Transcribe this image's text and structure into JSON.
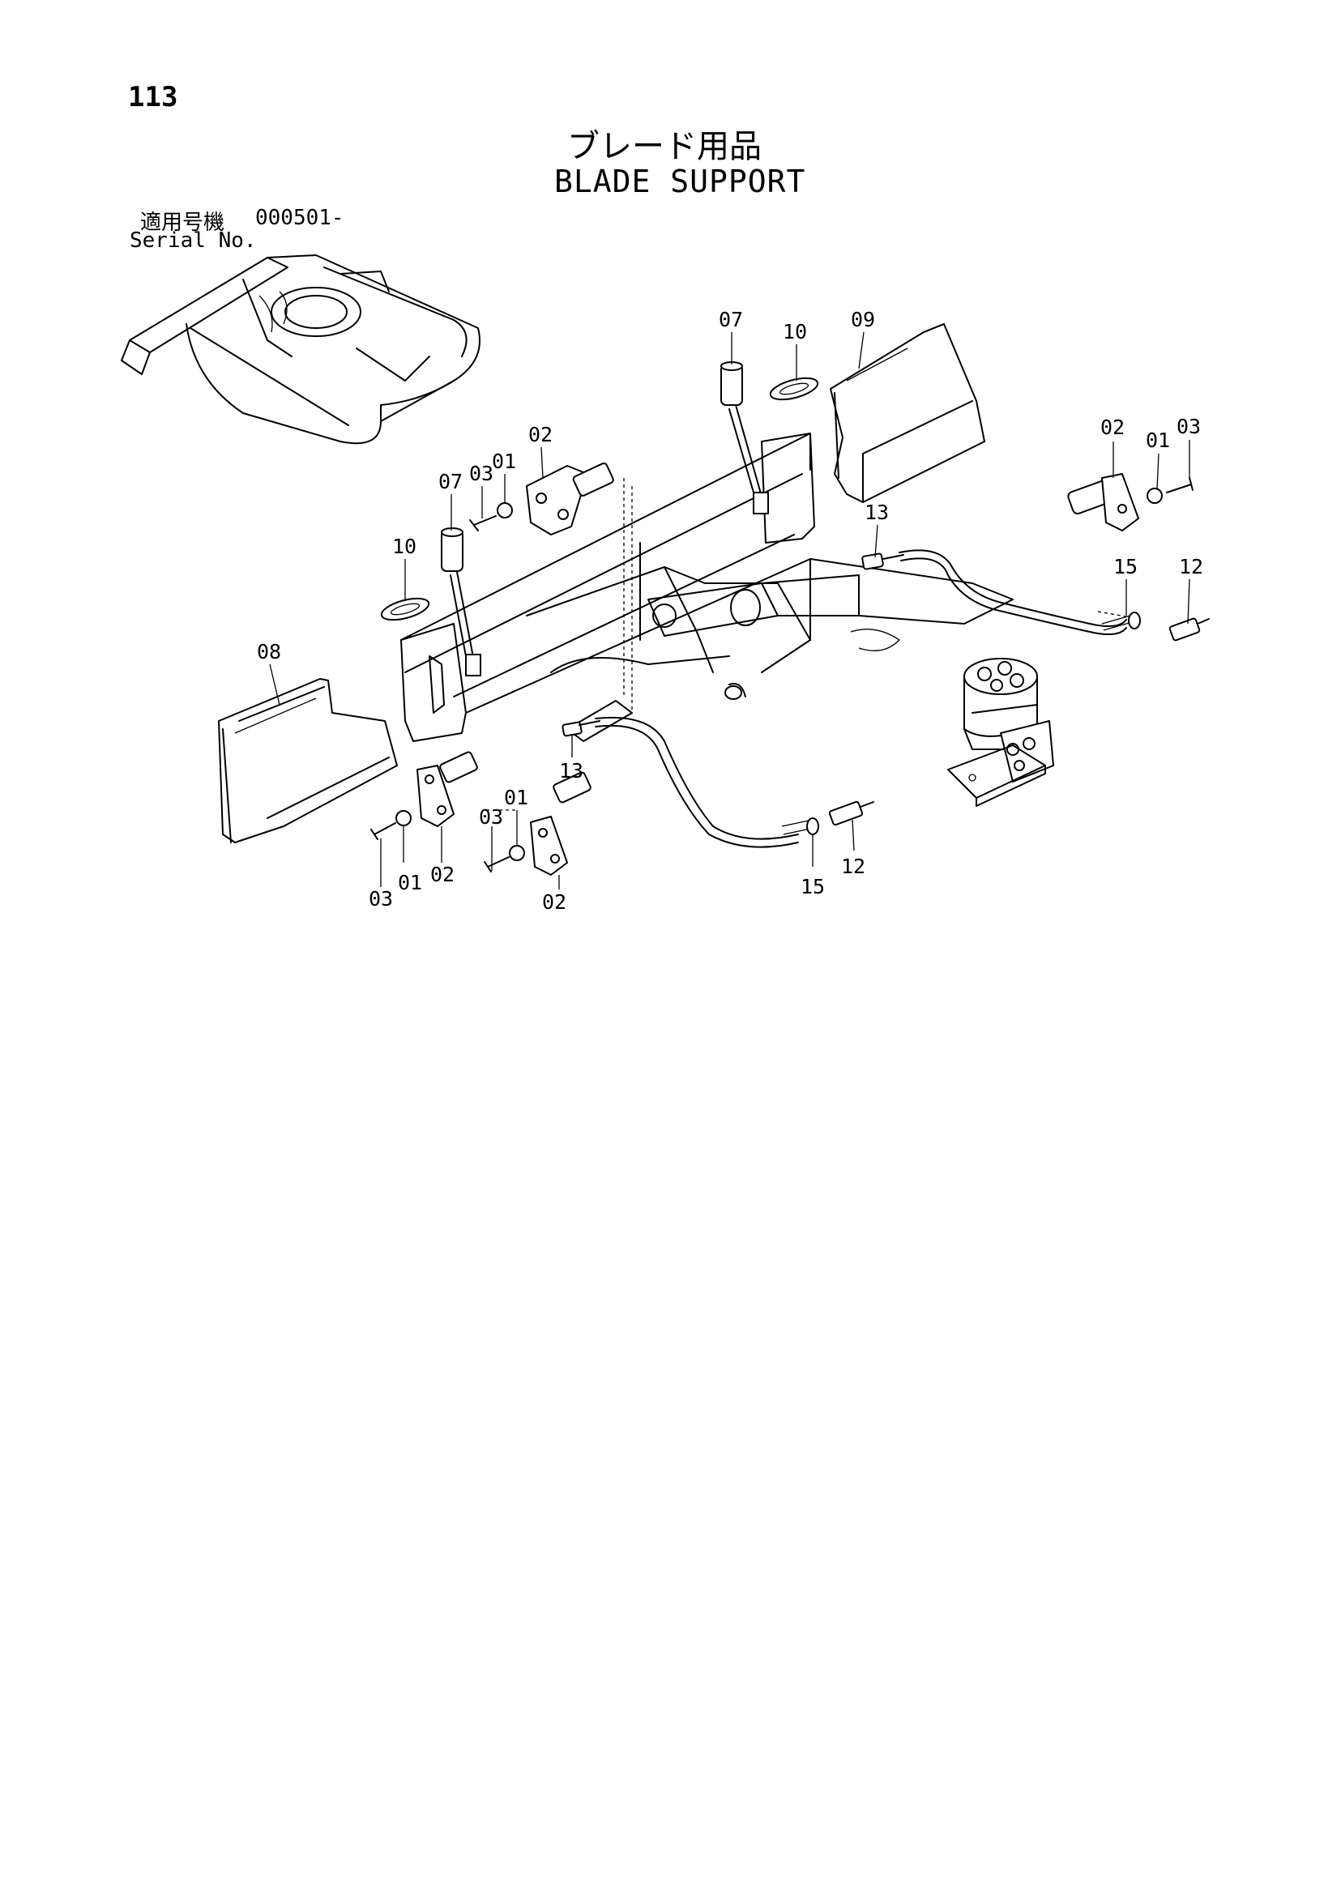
{
  "page_number": "113",
  "title_jp": "ブレード用品",
  "title_en": "BLADE SUPPORT",
  "serial": {
    "label_jp": "適用号機",
    "value": "000501-",
    "label_en": "Serial No."
  },
  "callouts": [
    "07",
    "10",
    "09",
    "02",
    "01",
    "03",
    "07",
    "03",
    "01",
    "02",
    "10",
    "13",
    "15",
    "12",
    "08",
    "13",
    "03",
    "01",
    "02",
    "03",
    "01",
    "02",
    "15",
    "12"
  ]
}
